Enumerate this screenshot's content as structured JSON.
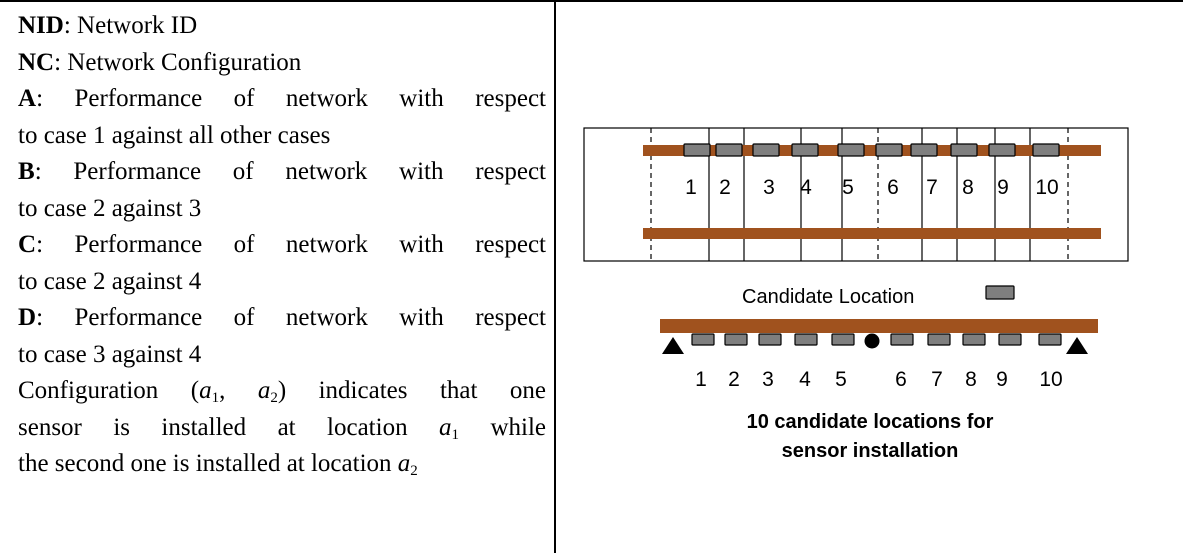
{
  "definitions": {
    "nid": {
      "term": "NID",
      "text": ": Network ID"
    },
    "nc": {
      "term": "NC",
      "text": ": Network Configuration"
    },
    "a": {
      "term": "A",
      "line1": ": Performance of network with respect",
      "line2": "to case 1 against all other cases"
    },
    "b": {
      "term": "B",
      "line1": ": Performance of network with respect",
      "line2": "to case 2 against 3"
    },
    "c": {
      "term": "C",
      "line1": ": Performance of network with respect",
      "line2": "to case 2 against 4"
    },
    "d": {
      "term": "D",
      "line1": ": Performance of network with respect",
      "line2": "to case 3 against 4"
    }
  },
  "configuration_note": {
    "word_configuration": "Configuration",
    "open_paren": "(",
    "a": "a",
    "sub1": "1",
    "comma": ", ",
    "sub2": "2",
    "close_text": ") indicates that one",
    "line2": "sensor is installed at location",
    "line3_start": "the second one is installed at location",
    "while": "while"
  },
  "diagram": {
    "top_view_labels": [
      "1",
      "2",
      "3",
      "4",
      "5",
      "6",
      "7",
      "8",
      "9",
      "10"
    ],
    "legend_label": "Candidate Location",
    "elevation_labels": [
      "1",
      "2",
      "3",
      "4",
      "5",
      "6",
      "7",
      "8",
      "9",
      "10"
    ],
    "caption_line1": "10 candidate locations for",
    "caption_line2": "sensor installation",
    "colors": {
      "girder": "#A0521E",
      "sensor_fill": "#7F7F7F",
      "outline": "#000000"
    }
  }
}
